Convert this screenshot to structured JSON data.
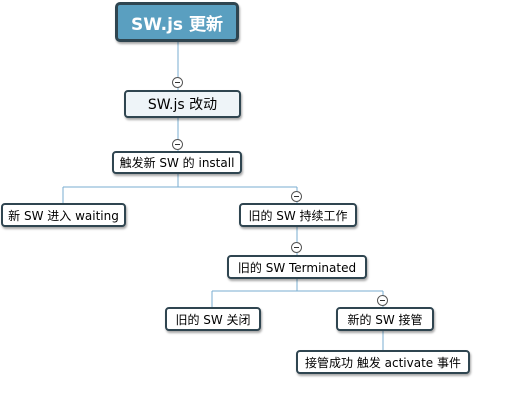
{
  "diagram": {
    "nodes": {
      "root": "SW.js 更新",
      "change": "SW.js 改动",
      "trigger": "触发新 SW 的 install",
      "waiting": "新 SW 进入 waiting",
      "old_continue": "旧的 SW 持续工作",
      "old_terminated": "旧的 SW  Terminated",
      "old_close": "旧的 SW 关闭",
      "new_takeover": "新的 SW 接管",
      "activate": "接管成功 触发 activate 事件"
    },
    "edges": [
      [
        "root",
        "change"
      ],
      [
        "change",
        "trigger"
      ],
      [
        "trigger",
        "waiting"
      ],
      [
        "trigger",
        "old_continue"
      ],
      [
        "old_continue",
        "old_terminated"
      ],
      [
        "old_terminated",
        "old_close"
      ],
      [
        "old_terminated",
        "new_takeover"
      ],
      [
        "new_takeover",
        "activate"
      ]
    ],
    "colors": {
      "root_fill": "#5a9fc0",
      "border": "#2f4550",
      "connector": "#7aaed0"
    }
  }
}
